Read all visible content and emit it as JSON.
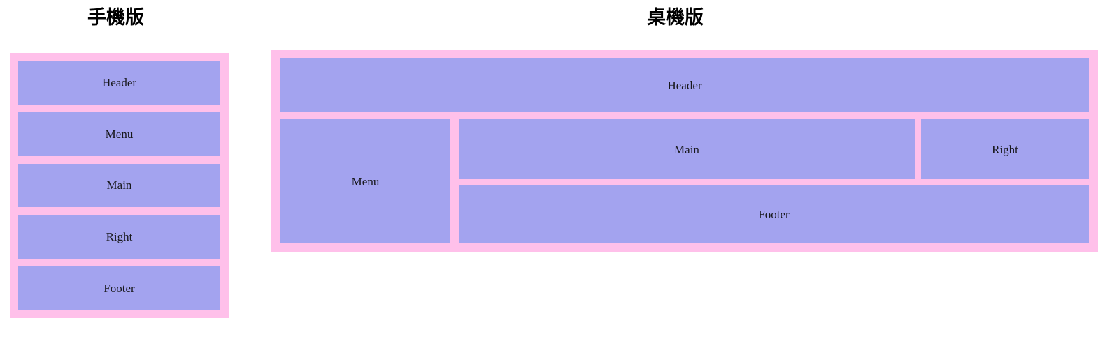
{
  "page": {
    "background_color": "#ffffff",
    "pink_color": "#ffc0ea",
    "purple_color": "#a3a3ef",
    "text_color": "#18181c"
  },
  "mobile": {
    "heading": "手機版",
    "blocks": [
      {
        "label": "Header"
      },
      {
        "label": "Menu"
      },
      {
        "label": "Main"
      },
      {
        "label": "Right"
      },
      {
        "label": "Footer"
      }
    ]
  },
  "desktop": {
    "heading": "桌機版",
    "blocks": {
      "header": "Header",
      "menu": "Menu",
      "main": "Main",
      "right": "Right",
      "footer": "Footer"
    }
  }
}
